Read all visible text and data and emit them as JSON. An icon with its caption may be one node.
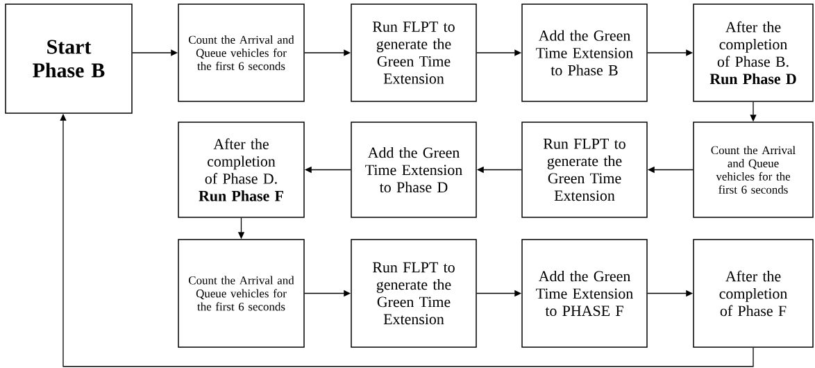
{
  "diagram": {
    "nodes": [
      {
        "text": [
          "Start Phase B"
        ]
      },
      {
        "text": [
          "Count the Arrival and Queue vehicles for the first 6 seconds"
        ]
      },
      {
        "text": [
          "Run FLPT to generate the Green Time Extension"
        ]
      },
      {
        "text": [
          "Add the Green Time Extension to Phase B"
        ]
      },
      {
        "text": [
          "After the completion of Phase B. **Run Phase D**"
        ]
      },
      {
        "text": [
          "After the completion of Phase D. **Run Phase F**"
        ]
      },
      {
        "text": [
          "Add the Green Time Extension to Phase D"
        ]
      },
      {
        "text": [
          "Run FLPT to generate the Green Time Extension"
        ]
      },
      {
        "text": [
          "Count the Arrival and Queue vehicles for the first 6 seconds"
        ]
      },
      {
        "text": [
          "Count the Arrival and Queue vehicles for the first 6 seconds"
        ]
      },
      {
        "text": [
          "Run FLPT to generate the Green Time Extension"
        ]
      },
      {
        "text": [
          "Add the Green Time Extension to PHASE F"
        ]
      },
      {
        "text": [
          "After the completion of Phase F"
        ]
      }
    ],
    "edges": [
      {
        "from": 0,
        "to": 1,
        "arrow": "to"
      },
      {
        "from": 1,
        "to": 2,
        "arrow": "to"
      },
      {
        "from": 2,
        "to": 3,
        "arrow": "to"
      },
      {
        "from": 3,
        "to": 4,
        "arrow": "to"
      },
      {
        "from": 4,
        "to": 8,
        "arrow": "to"
      },
      {
        "from": 8,
        "to": 7,
        "arrow": "to"
      },
      {
        "from": 7,
        "to": 6,
        "arrow": "to"
      },
      {
        "from": 6,
        "to": 5,
        "arrow": "to"
      },
      {
        "from": 5,
        "to": 9,
        "arrow": "to"
      },
      {
        "from": 9,
        "to": 10,
        "arrow": "to"
      },
      {
        "from": 10,
        "to": 11,
        "arrow": "to"
      },
      {
        "from": 11,
        "to": 12,
        "arrow": "to"
      },
      {
        "from": 12,
        "to": 0,
        "arrow": "to"
      }
    ]
  }
}
